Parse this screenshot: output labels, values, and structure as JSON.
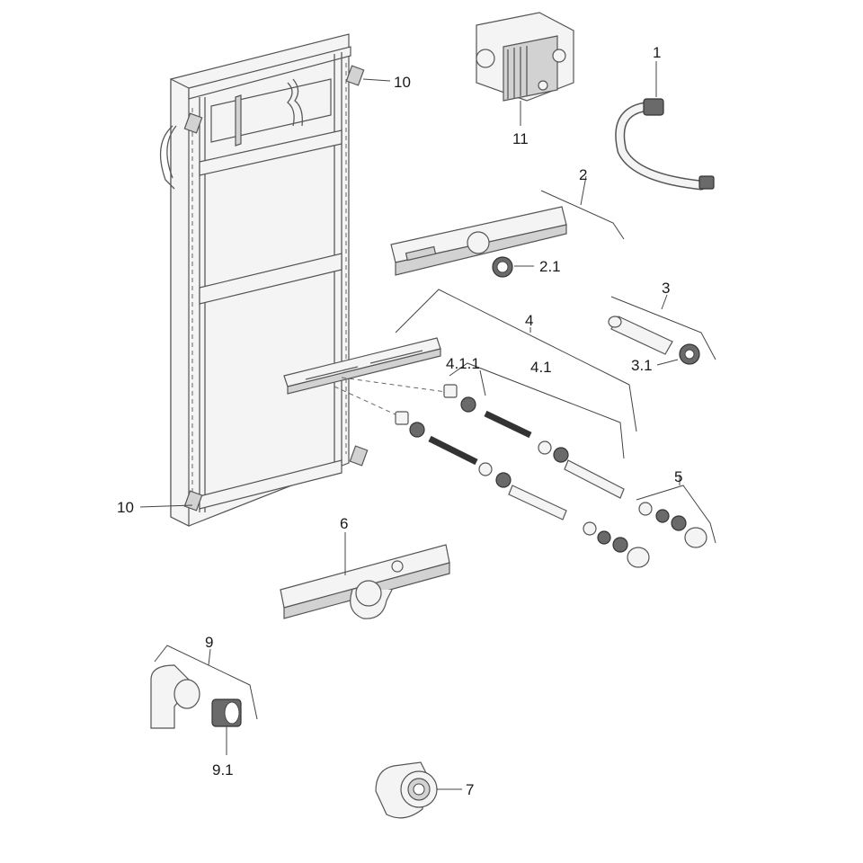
{
  "labels": {
    "l1": "1",
    "l2": "2",
    "l2_1": "2.1",
    "l3": "3",
    "l3_1": "3.1",
    "l4": "4",
    "l4_1": "4.1",
    "l4_1_1": "4.1.1",
    "l5": "5",
    "l6": "6",
    "l7": "7",
    "l9": "9",
    "l9_1": "9.1",
    "l10_top": "10",
    "l10_bottom": "10",
    "l11": "11"
  }
}
